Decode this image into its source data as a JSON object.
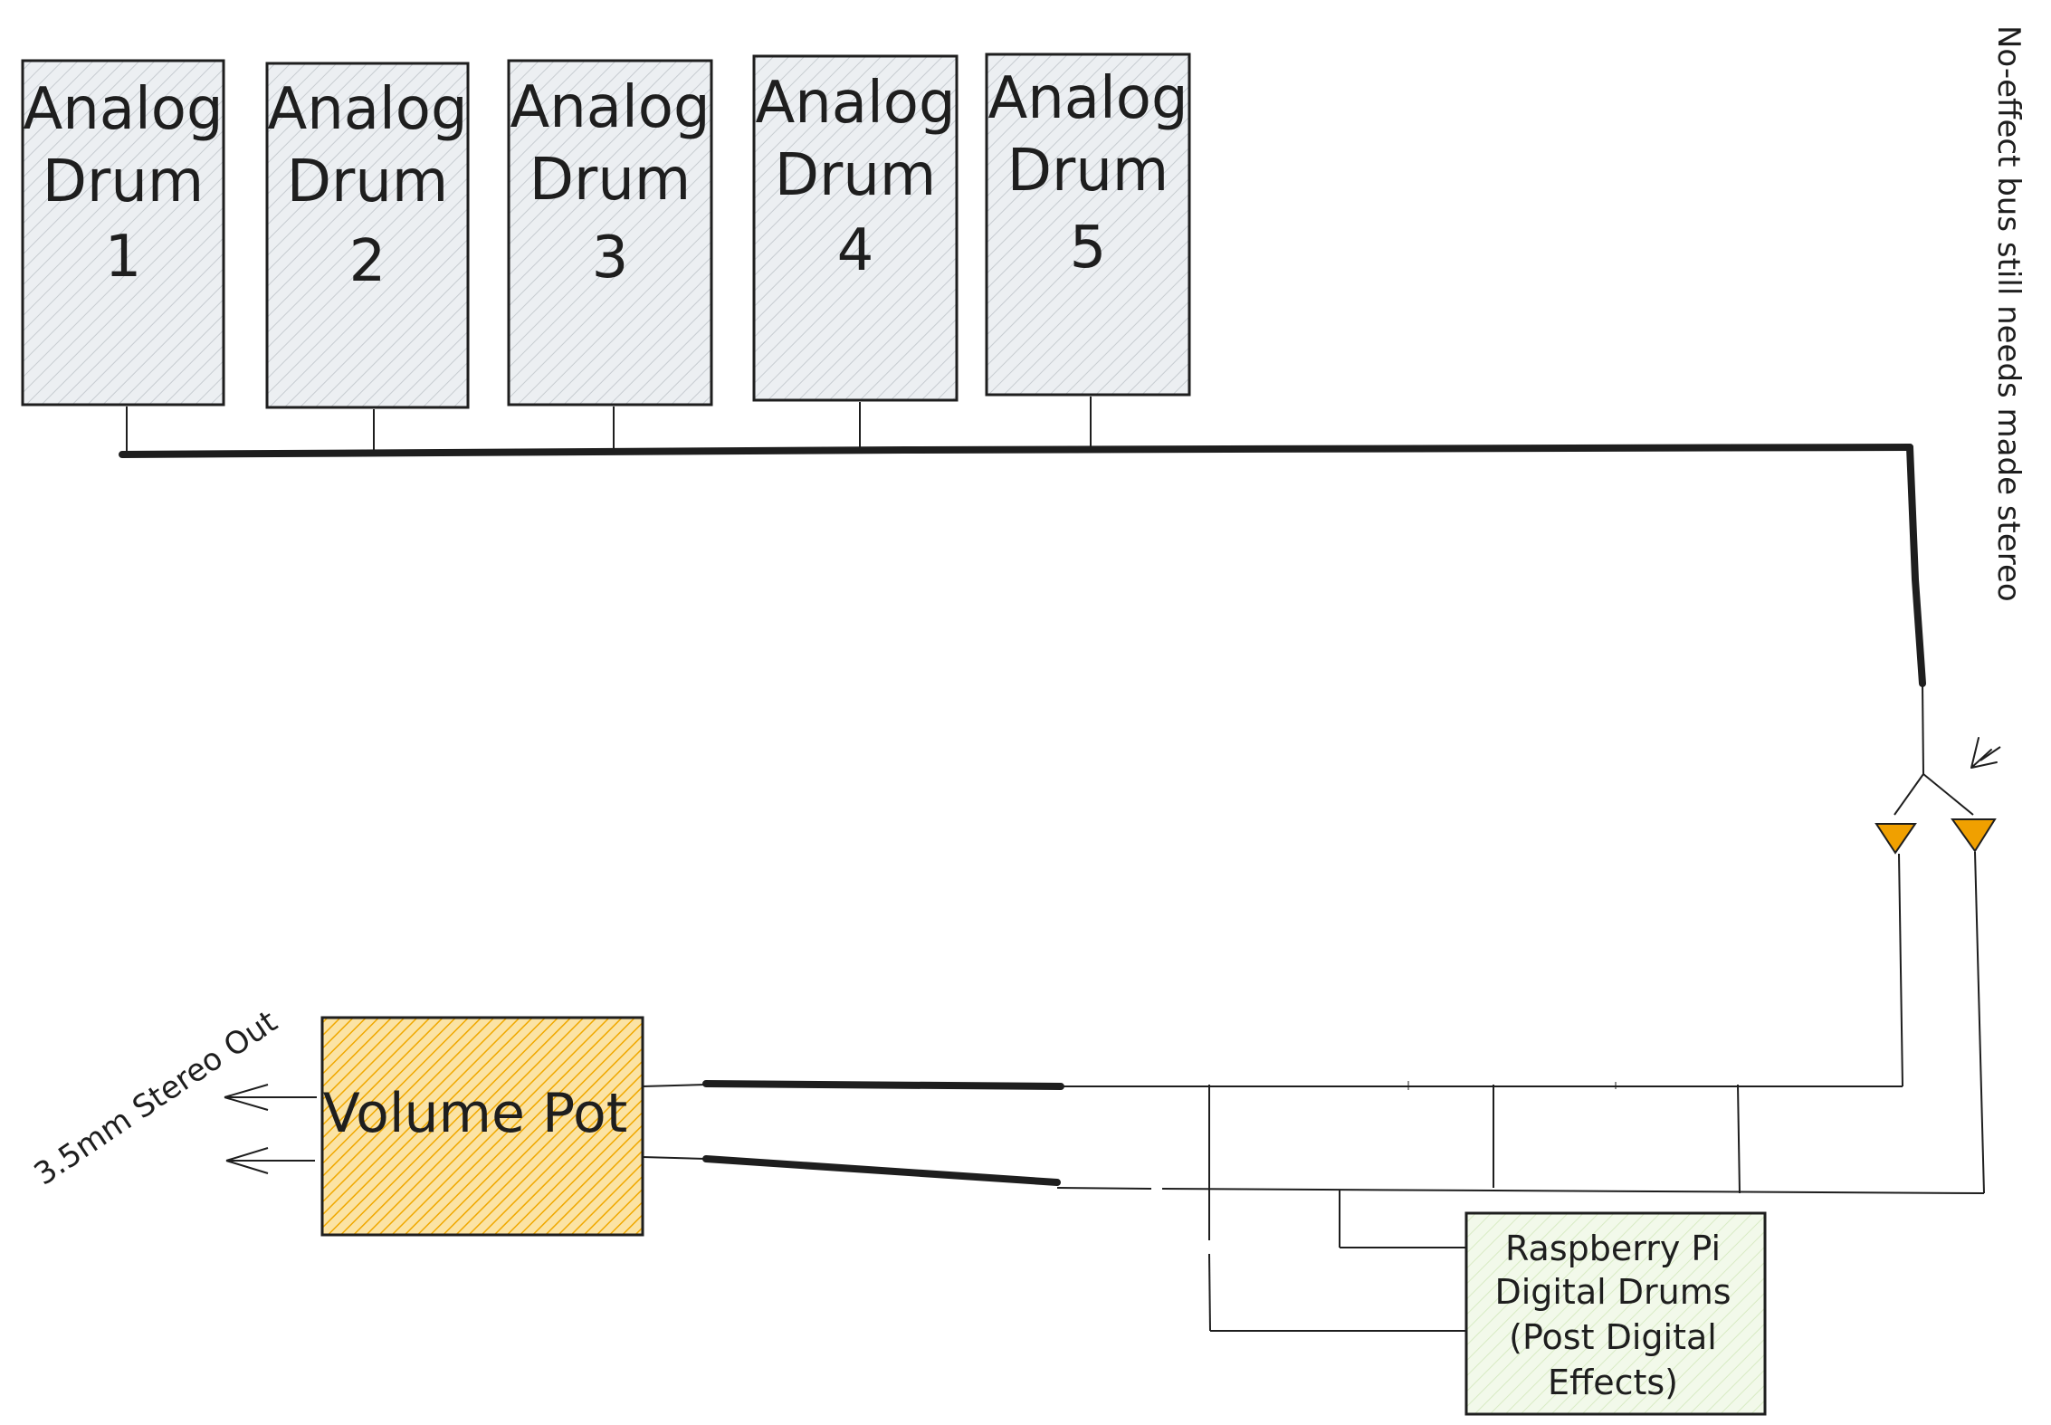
{
  "drums": [
    {
      "line1": "Analog",
      "line2": "Drum",
      "number": "1"
    },
    {
      "line1": "Analog",
      "line2": "Drum",
      "number": "2"
    },
    {
      "line1": "Analog",
      "line2": "Drum",
      "number": "3"
    },
    {
      "line1": "Analog",
      "line2": "Drum",
      "number": "4"
    },
    {
      "line1": "Analog",
      "line2": "Drum",
      "number": "5"
    }
  ],
  "volume_pot": {
    "label": "Volume Pot"
  },
  "stereo_out": {
    "label": "3.5mm Stereo Out"
  },
  "raspberry_pi": {
    "lines": [
      "Raspberry Pi",
      "Digital Drums",
      "(Post Digital",
      "Effects)"
    ]
  },
  "note": {
    "text": "No-effect bus still needs made stereo"
  },
  "colors": {
    "drum_fill": "#e9ecef",
    "pot_fill": "#f5c242",
    "pi_fill": "#eef7e4",
    "amp_fill": "#f0a000",
    "stroke": "#1e1e1e"
  }
}
